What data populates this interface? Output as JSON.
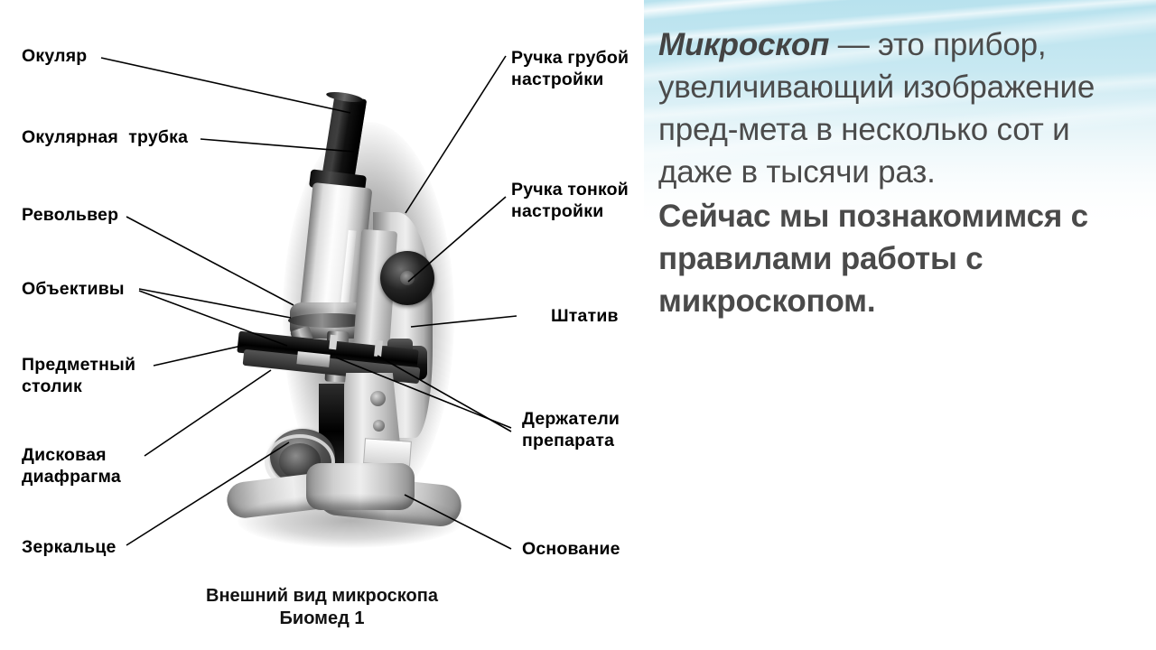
{
  "slide": {
    "diagram": {
      "caption_line1": "Внешний вид микроскопа",
      "caption_line2": "Биомед 1",
      "labels_left": [
        {
          "id": "eyepiece",
          "text": "Окуляр"
        },
        {
          "id": "eyepiece-tube",
          "text": "Окулярная  трубка"
        },
        {
          "id": "revolver",
          "text": "Револьвер"
        },
        {
          "id": "objectives",
          "text": "Объективы"
        },
        {
          "id": "stage",
          "text": "Предметный\nстолик"
        },
        {
          "id": "diaphragm",
          "text": "Дисковая\nдиафрагма"
        },
        {
          "id": "mirror",
          "text": "Зеркальце"
        }
      ],
      "labels_right": [
        {
          "id": "coarse-knob",
          "text": "Ручка грубой\nнастройки"
        },
        {
          "id": "fine-knob",
          "text": "Ручка тонкой\nнастройки"
        },
        {
          "id": "stand",
          "text": "Штатив"
        },
        {
          "id": "slide-clips",
          "text": "Держатели\nпрепарата"
        },
        {
          "id": "base",
          "text": "Основание"
        }
      ]
    },
    "text_panel": {
      "paragraph1": {
        "term": "Микроскоп",
        "rest": " — это прибор, увеличивающий изображение пред-мета в несколько сот и даже в тысячи раз."
      },
      "paragraph2": " Сейчас мы познакомимся с правилами работы с микроскопом."
    },
    "colors": {
      "accent_wash": "#b8e2ee",
      "text_gray": "#4b4b4b",
      "label_black": "#000000",
      "page_background": "#ffffff"
    }
  }
}
